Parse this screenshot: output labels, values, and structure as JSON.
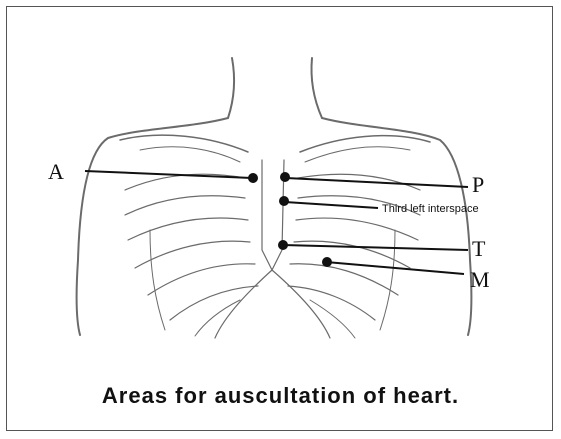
{
  "labels": {
    "a": "A",
    "p": "P",
    "third": "Third left interspace",
    "t": "T",
    "m": "M"
  },
  "caption": "Areas for auscultation of heart.",
  "colors": {
    "ink": "#111111",
    "sketch": "#6b6b6b"
  }
}
